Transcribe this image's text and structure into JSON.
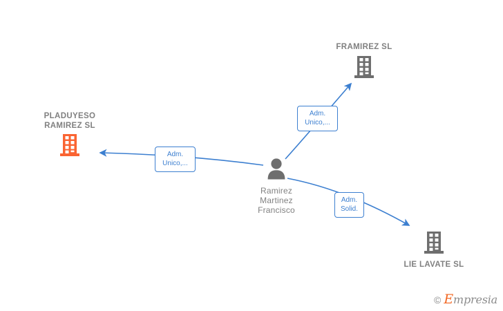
{
  "diagram": {
    "type": "relation-graph",
    "background": "#ffffff",
    "edge_color": "#3c7fd0",
    "company_color": "#6e6e6e",
    "highlight_color": "#fa6432",
    "label_color": "#808080",
    "nodes": [
      {
        "id": "pladuyeso",
        "label": "PLADUYESO\nRAMIREZ  SL",
        "icon": "building-icon",
        "kind": "company",
        "highlighted": true,
        "label_position": "top"
      },
      {
        "id": "framirez",
        "label": "FRAMIREZ  SL",
        "icon": "building-icon",
        "kind": "company",
        "highlighted": false,
        "label_position": "top"
      },
      {
        "id": "person",
        "label": "Ramirez\nMartinez\nFrancisco",
        "icon": "person-icon",
        "kind": "person",
        "highlighted": false,
        "label_position": "bottom"
      },
      {
        "id": "lielavate",
        "label": "LIE LAVATE SL",
        "icon": "building-icon",
        "kind": "company",
        "highlighted": false,
        "label_position": "bottom"
      }
    ],
    "edges": [
      {
        "id": "edge-person-pladuyeso",
        "from": "person",
        "to": "pladuyeso",
        "label": "Adm.\nUnico,..."
      },
      {
        "id": "edge-person-framirez",
        "from": "person",
        "to": "framirez",
        "label": "Adm.\nUnico,..."
      },
      {
        "id": "edge-person-lielavate",
        "from": "person",
        "to": "lielavate",
        "label": "Adm.\nSolid."
      }
    ]
  },
  "watermark": {
    "copyright": "©",
    "brand_first": "E",
    "brand_rest": "mpresia"
  }
}
